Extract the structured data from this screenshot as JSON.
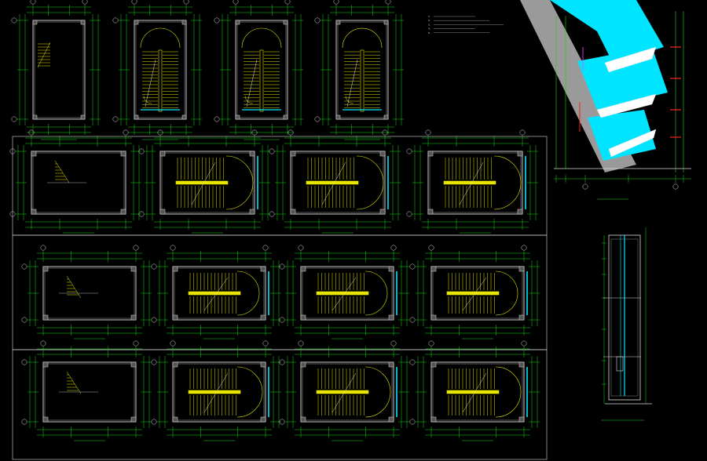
{
  "drawing": {
    "background": "#000000",
    "colors": {
      "dimension": "#19d419",
      "wall": "#dcdcdc",
      "stair_tread": "#e6e600",
      "glass": "#00e5ff",
      "shadow": "#9a9a9a",
      "red_mark": "#ff2020",
      "magenta_mark": "#ff40ff"
    },
    "notes": [
      "1.",
      "2.",
      "3.",
      "4.",
      "5."
    ],
    "row_rules": []
  }
}
